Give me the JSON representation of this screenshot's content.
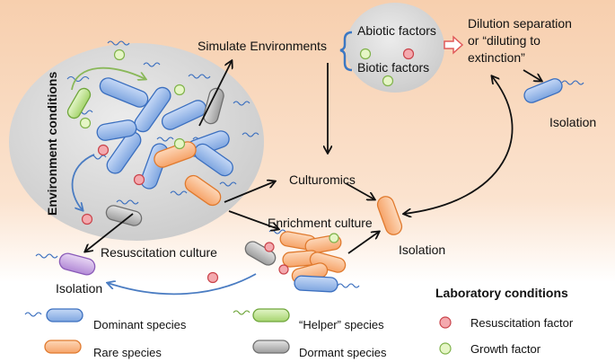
{
  "labels": {
    "environment_conditions": "Environment conditions",
    "simulate_environments": "Simulate Environments",
    "abiotic_factors": "Abiotic factors",
    "biotic_factors": "Biotic factors",
    "dilution_line1": "Dilution separation",
    "dilution_line2": "or “diluting to",
    "dilution_line3": "extinction”",
    "isolation_top": "Isolation",
    "culturomics": "Culturomics",
    "enrichment_culture": "Enrichment culture",
    "isolation_mid": "Isolation",
    "resuscitation_culture": "Resuscitation culture",
    "isolation_left": "Isolation",
    "laboratory_conditions": "Laboratory conditions"
  },
  "legend": [
    {
      "icon": "dominant-species-icon",
      "label": "Dominant species",
      "color": "#8fb3e8"
    },
    {
      "icon": "rare-species-icon",
      "label": "Rare species",
      "color": "#f9b98a"
    },
    {
      "icon": "helper-species-icon",
      "label": "“Helper” species",
      "color": "#b9df8c"
    },
    {
      "icon": "dormant-species-icon",
      "label": "Dormant species",
      "color": "#b5b5b5"
    },
    {
      "icon": "resuscitation-factor-icon",
      "label": "Resuscitation factor",
      "color": "#f4a9ae"
    },
    {
      "icon": "growth-factor-icon",
      "label": "Growth factor",
      "color": "#d8f0b0"
    }
  ],
  "colors": {
    "background_top": "#f4c6a4",
    "background_bottom": "#ffffff",
    "ellipse_fill": "#d9d9d9",
    "dominant": "#8fb3e8",
    "rare": "#f9b98a",
    "helper": "#b9df8c",
    "dormant": "#b5b5b5",
    "isolation_purple": "#c9a6e0",
    "resuscitation_factor": "#f4a9ae",
    "growth_factor": "#d8f0b0",
    "blue_arrow": "#4a7cc2",
    "green_arrow": "#8ab85a"
  }
}
